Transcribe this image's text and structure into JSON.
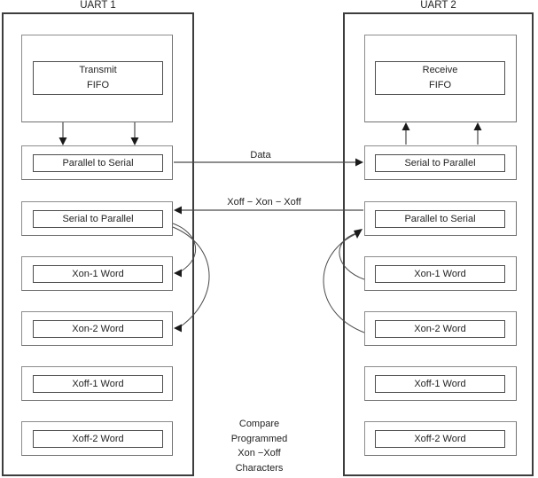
{
  "uart1": {
    "title": "UART 1",
    "fifo_line1": "Transmit",
    "fifo_line2": "FIFO",
    "blocks": {
      "b0": "Parallel to Serial",
      "b1": "Serial to Parallel",
      "b2": "Xon-1 Word",
      "b3": "Xon-2 Word",
      "b4": "Xoff-1 Word",
      "b5": "Xoff-2 Word"
    }
  },
  "uart2": {
    "title": "UART 2",
    "fifo_line1": "Receive",
    "fifo_line2": "FIFO",
    "blocks": {
      "b0": "Serial to Parallel",
      "b1": "Parallel to Serial",
      "b2": "Xon-1 Word",
      "b3": "Xon-2 Word",
      "b4": "Xoff-1 Word",
      "b5": "Xoff-2 Word"
    }
  },
  "labels": {
    "data_arrow": "Data",
    "xonxoff_arrow": "Xoff − Xon − Xoff"
  },
  "note": {
    "line1": "Compare",
    "line2": "Programmed",
    "line3": "Xon −Xoff",
    "line4": "Characters"
  },
  "colors": {
    "background": "#ffffff",
    "panel_border": "#3d3d3d",
    "outer_box_border": "#8c8c8c",
    "inner_box_border": "#4d4d4d",
    "line": "#4a4a4a",
    "arrowhead": "#1a1a1a",
    "text": "#1f1f1f"
  }
}
